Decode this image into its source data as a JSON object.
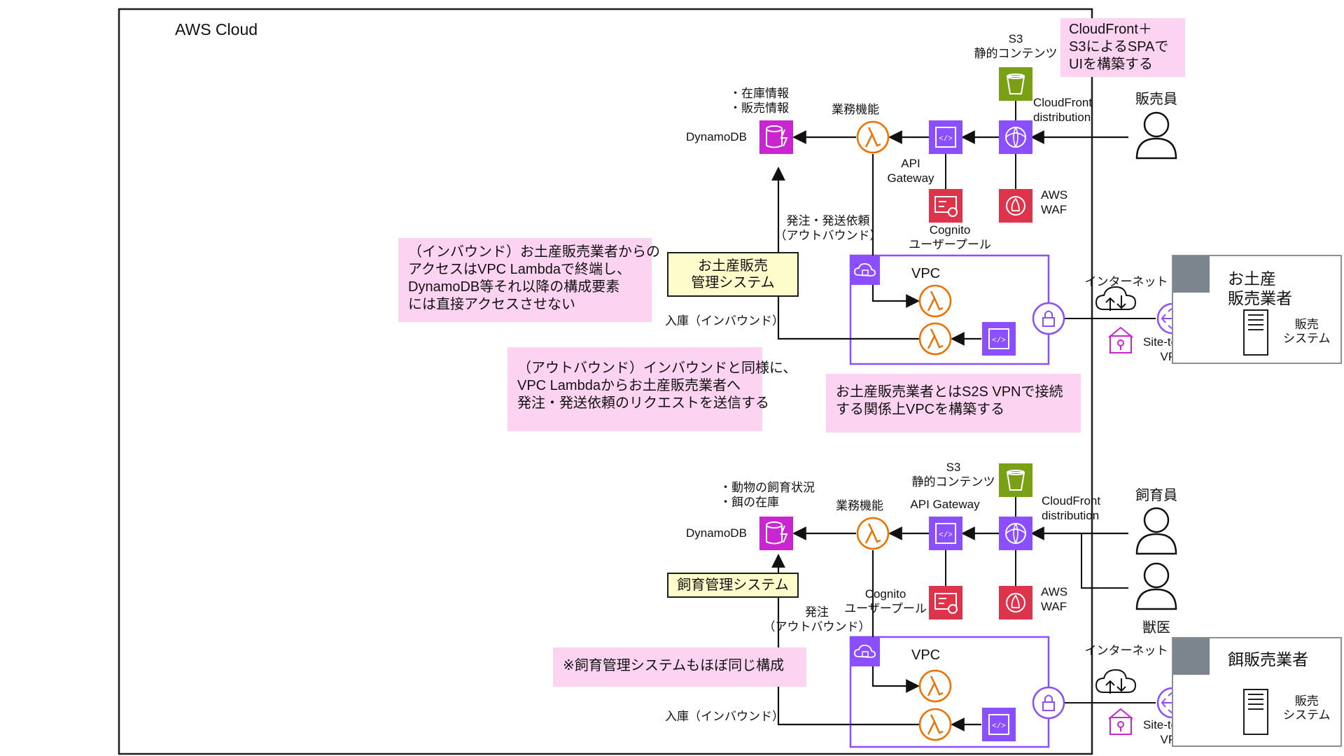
{
  "cloud_label": "AWS Cloud",
  "colors": {
    "vpc_border": "#8c4fff",
    "lambda": "#ed7100",
    "api_gateway": "#8c4fff",
    "cloudfront": "#8c4fff",
    "s3": "#7aa116",
    "dynamodb": "#c925d1",
    "waf": "#dd344c",
    "cognito": "#dd344c",
    "note_bg": "#fcd4f2",
    "system_box_bg": "#fffccc"
  },
  "icons": [
    "s3-bucket-icon",
    "cloudfront-icon",
    "api-gateway-icon",
    "lambda-icon",
    "dynamodb-icon",
    "waf-icon",
    "cognito-icon",
    "vpc-icon",
    "vpn-gateway-icon",
    "internet-cloud-icon",
    "site-to-site-vpn-icon",
    "customer-gateway-icon",
    "user-icon",
    "building-icon",
    "server-icon"
  ],
  "top": {
    "s3_label": "S3\n静的コンテンツ",
    "cloudfront_note": "CloudFront＋\nS3によるSPAで\nUIを構築する",
    "dynamodb_items": "・在庫情報\n・販売情報",
    "dynamodb_label": "DynamoDB",
    "lambda_label": "業務機能",
    "api_gateway_label": "API\nGateway",
    "cloudfront_label": "CloudFront\ndistribution",
    "user_label": "販売員",
    "waf_label": "AWS\nWAF",
    "cognito_label": "Cognito\nユーザープール",
    "outbound_label": "発注・発送依頼\n（アウトバウンド）",
    "system_label": "お土産販売\n管理システム",
    "inbound_label": "入庫（インバウンド）",
    "vpc_label": "VPC",
    "internet_label": "インターネット",
    "vpn_label": "Site-to-Site\nVPN",
    "vendor_title": "お土産\n販売業者",
    "vendor_system": "販売\nシステム",
    "note_inbound": "（インバウンド）お土産販売業者からの\nアクセスはVPC Lambdaで終端し、\nDynamoDB等それ以降の構成要素\nには直接アクセスさせない",
    "note_outbound": "（アウトバウンド）インバウンドと同様に、\nVPC Lambdaからお土産販売業者へ\n発注・発送依頼のリクエストを送信する",
    "note_vpn": "お土産販売業者とはS2S VPNで接続\nする関係上VPCを構築する"
  },
  "bottom": {
    "s3_label": "S3\n静的コンテンツ",
    "dynamodb_items": "・動物の飼育状況\n・餌の在庫",
    "dynamodb_label": "DynamoDB",
    "lambda_label": "業務機能",
    "api_gateway_label": "API Gateway",
    "cloudfront_label": "CloudFront\ndistribution",
    "user1_label": "飼育員",
    "user2_label": "獣医",
    "waf_label": "AWS\nWAF",
    "cognito_label": "Cognito\nユーザープール",
    "outbound_label": "発注\n（アウトバウンド）",
    "system_label": "飼育管理システム",
    "inbound_label": "入庫（インバウンド）",
    "vpc_label": "VPC",
    "internet_label": "インターネット",
    "vpn_label": "Site-to-Site\nVPN",
    "vendor_title": "餌販売業者",
    "vendor_system": "販売\nシステム",
    "note_same": "※飼育管理システムもほぼ同じ構成"
  }
}
